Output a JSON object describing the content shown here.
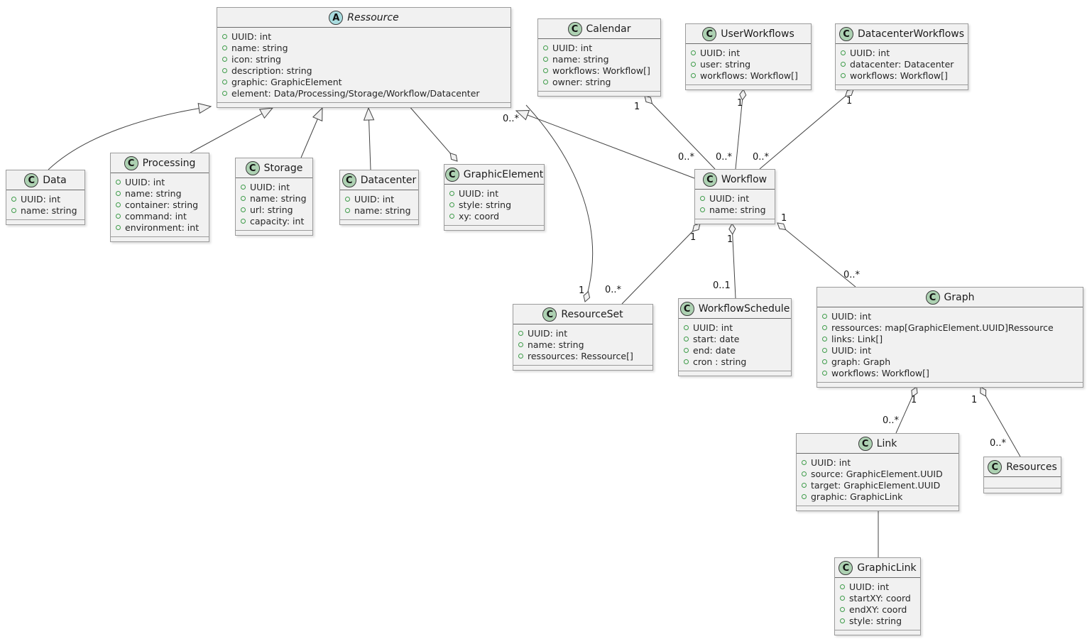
{
  "colors": {
    "box_background": "#f1f1f1",
    "box_border": "#9b9b9b",
    "class_icon_background": "#add1b2",
    "abstract_icon_background": "#a9dcdf",
    "attribute_bullet_green": "#3f9c4a",
    "edge_line": "#444444"
  },
  "classes": [
    {
      "id": "ressource",
      "stereotype": "A",
      "name": "Ressource",
      "attributes": [
        "UUID: int",
        "name: string",
        "icon: string",
        "description: string",
        "graphic: GraphicElement",
        "element: Data/Processing/Storage/Workflow/Datacenter"
      ]
    },
    {
      "id": "calendar",
      "stereotype": "C",
      "name": "Calendar",
      "attributes": [
        "UUID: int",
        "name: string",
        "workflows: Workflow[]",
        "owner: string"
      ]
    },
    {
      "id": "userworkflows",
      "stereotype": "C",
      "name": "UserWorkflows",
      "attributes": [
        "UUID: int",
        "user: string",
        "workflows: Workflow[]"
      ]
    },
    {
      "id": "datacenterworkflows",
      "stereotype": "C",
      "name": "DatacenterWorkflows",
      "attributes": [
        "UUID: int",
        "datacenter: Datacenter",
        "workflows: Workflow[]"
      ]
    },
    {
      "id": "data",
      "stereotype": "C",
      "name": "Data",
      "attributes": [
        "UUID: int",
        "name: string"
      ]
    },
    {
      "id": "processing",
      "stereotype": "C",
      "name": "Processing",
      "attributes": [
        "UUID: int",
        "name: string",
        "container: string",
        "command: int",
        "environment: int"
      ]
    },
    {
      "id": "storage",
      "stereotype": "C",
      "name": "Storage",
      "attributes": [
        "UUID: int",
        "name: string",
        "url: string",
        "capacity: int"
      ]
    },
    {
      "id": "datacenter",
      "stereotype": "C",
      "name": "Datacenter",
      "attributes": [
        "UUID: int",
        "name: string"
      ]
    },
    {
      "id": "graphicelement",
      "stereotype": "C",
      "name": "GraphicElement",
      "attributes": [
        "UUID: int",
        "style: string",
        "xy: coord"
      ]
    },
    {
      "id": "workflow",
      "stereotype": "C",
      "name": "Workflow",
      "attributes": [
        "UUID: int",
        "name: string"
      ]
    },
    {
      "id": "resourceset",
      "stereotype": "C",
      "name": "ResourceSet",
      "attributes": [
        "UUID: int",
        "name: string",
        "ressources: Ressource[]"
      ]
    },
    {
      "id": "workflowschedule",
      "stereotype": "C",
      "name": "WorkflowSchedule",
      "attributes": [
        "UUID: int",
        "start: date",
        "end: date",
        "cron : string"
      ]
    },
    {
      "id": "graph",
      "stereotype": "C",
      "name": "Graph",
      "attributes": [
        "UUID: int",
        "ressources: map[GraphicElement.UUID]Ressource",
        "links: Link[]",
        "UUID: int",
        "graph: Graph",
        "workflows: Workflow[]"
      ]
    },
    {
      "id": "link",
      "stereotype": "C",
      "name": "Link",
      "attributes": [
        "UUID: int",
        "source: GraphicElement.UUID",
        "target: GraphicElement.UUID",
        "graphic: GraphicLink"
      ]
    },
    {
      "id": "resources",
      "stereotype": "C",
      "name": "Resources",
      "attributes": []
    },
    {
      "id": "graphiclink",
      "stereotype": "C",
      "name": "GraphicLink",
      "attributes": [
        "UUID: int",
        "startXY: coord",
        "endXY: coord",
        "style: string"
      ]
    }
  ],
  "multiplicities": {
    "calendar_to_workflow": {
      "whole": "1",
      "part": "0..*"
    },
    "userworkflows_to_workflow": {
      "whole": "1",
      "part": "0..*"
    },
    "datacenterworkflows_to_workflow": {
      "whole": "1",
      "part": "0..*"
    },
    "resourceset_to_ressource": {
      "whole": "1",
      "part": "0..*"
    },
    "workflow_to_resourceset": {
      "whole": "1",
      "part": "0..*"
    },
    "workflow_to_workflowschedule": {
      "whole": "1",
      "part": "0..1"
    },
    "workflow_to_graph": {
      "whole": "1",
      "part": "0..*"
    },
    "graph_to_link": {
      "whole": "1",
      "part": "0..*"
    },
    "graph_to_resources": {
      "whole": "1",
      "part": "0..*"
    }
  }
}
